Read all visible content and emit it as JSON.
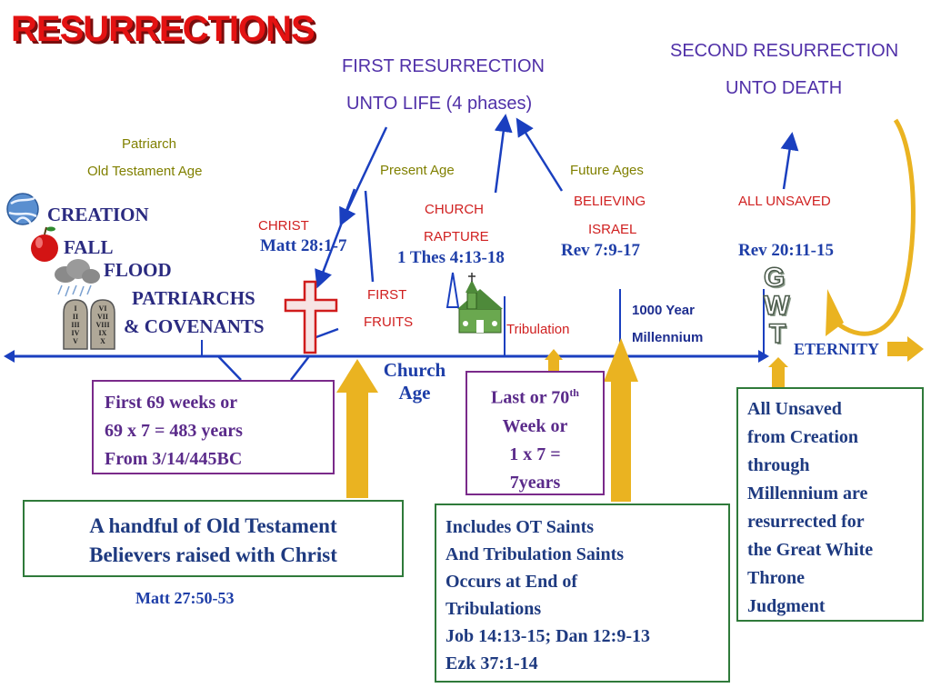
{
  "title": "RESURRECTIONS",
  "first_resurrection": {
    "line1": "FIRST RESURRECTION",
    "line2": "UNTO LIFE (4 phases)"
  },
  "second_resurrection": {
    "line1": "SECOND RESURRECTION",
    "line2": "UNTO DEATH"
  },
  "ages": {
    "patriarch_1": "Patriarch",
    "patriarch_2": "Old Testament Age",
    "present": "Present Age",
    "future": "Future Ages"
  },
  "events": {
    "christ": "CHRIST",
    "christ_ref": "Matt 28:1-7",
    "first_fruits_1": "FIRST",
    "first_fruits_2": "FRUITS",
    "church_1": "CHURCH",
    "church_2": "RAPTURE",
    "church_ref": "1 Thes 4:13-18",
    "israel_1": "BELIEVING",
    "israel_2": "ISRAEL",
    "israel_ref": "Rev 7:9-17",
    "unsaved": "ALL UNSAVED",
    "unsaved_ref": "Rev 20:11-15"
  },
  "early_history": {
    "creation": "CREATION",
    "fall": "FALL",
    "flood": "FLOOD",
    "patriarchs": "PATRIARCHS",
    "covenants": "& COVENANTS"
  },
  "commandments": {
    "left": [
      "I",
      "II",
      "III",
      "IV",
      "V"
    ],
    "right": [
      "VI",
      "VII",
      "VIII",
      "IX",
      "X"
    ]
  },
  "gwt_letters": [
    "G",
    "W",
    "T"
  ],
  "timeline": {
    "church_age_1": "Church",
    "church_age_2": "Age",
    "tribulation": "Tribulation",
    "millennium_1": "1000 Year",
    "millennium_2": "Millennium",
    "eternity": "ETERNITY"
  },
  "boxes": {
    "weeks": [
      "First 69 weeks or",
      "69 x 7 = 483 years",
      "From 3/14/445BC"
    ],
    "seventieth": {
      "line1": "Last or 70",
      "sup": "th",
      "line2": "Week or",
      "line3": "1 x 7 =",
      "line4": "7years"
    },
    "handful": [
      "A handful of Old Testament",
      "Believers raised with Christ"
    ],
    "handful_ref": "Matt 27:50-53",
    "ot_saints": [
      "Includes OT Saints",
      "And Tribulation Saints",
      "Occurs at End of",
      "Tribulations",
      "Job 14:13-15; Dan 12:9-13",
      "Ezk 37:1-14"
    ],
    "all_unsaved": [
      "All Unsaved",
      "from Creation",
      "through",
      "Millennium are",
      "resurrected for",
      "the Great White",
      "Throne",
      "Judgment"
    ]
  },
  "colors": {
    "title_red": "#e31212",
    "timeline_blue": "#1a3fbf",
    "arrow_gold": "#eab321",
    "purple_text": "#5030a8",
    "olive_text": "#808000",
    "box_purple_border": "#7a2a8a",
    "box_green_border": "#2f7a3a"
  }
}
